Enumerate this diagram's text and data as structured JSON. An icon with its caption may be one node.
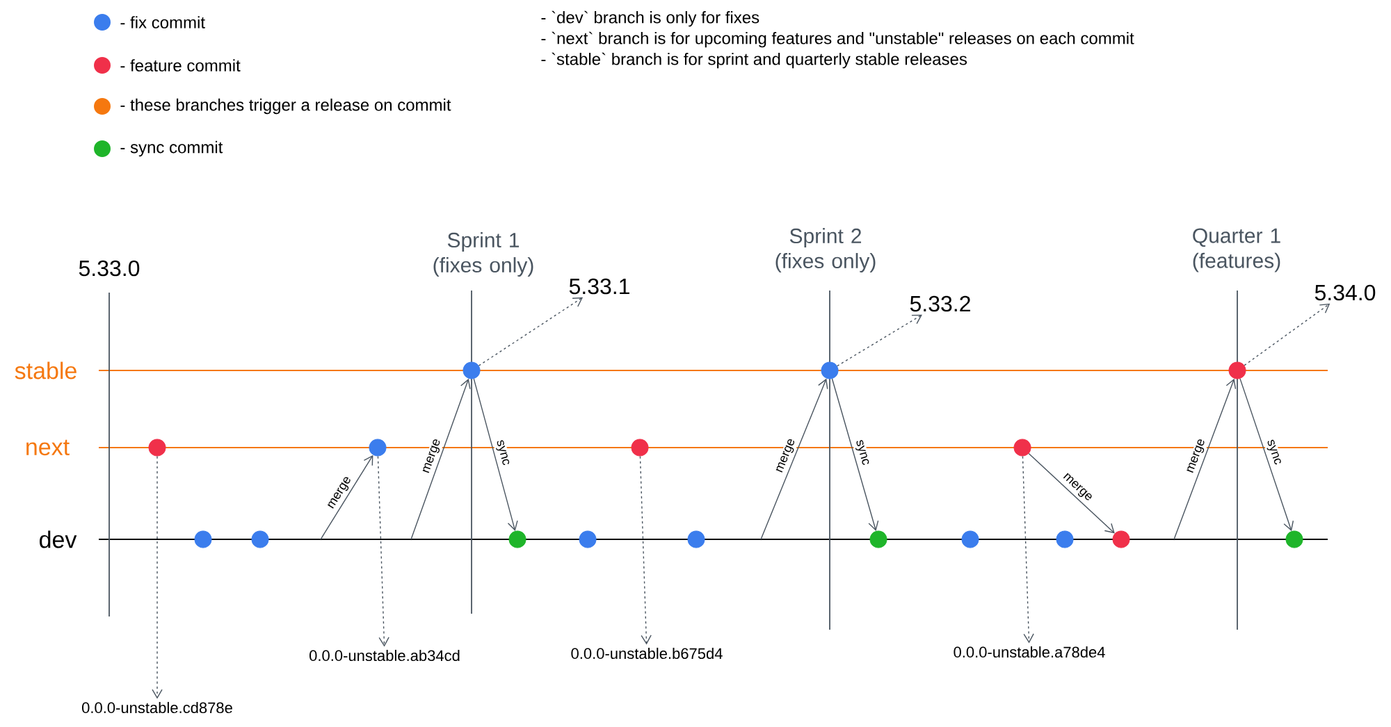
{
  "diagram": {
    "nodes": [
      {
        "text": [],
        "shape": "circle"
      },
      {
        "text": [],
        "shape": "circle"
      },
      {
        "text": [],
        "shape": "circle"
      },
      {
        "text": [],
        "shape": "circle"
      },
      {
        "text": [],
        "shape": "circle"
      },
      {
        "text": [],
        "shape": "circle"
      },
      {
        "text": [],
        "shape": "circle"
      },
      {
        "text": [],
        "shape": "circle"
      },
      {
        "text": [],
        "shape": "circle"
      },
      {
        "text": [],
        "shape": "circle"
      },
      {
        "text": [],
        "shape": "circle"
      },
      {
        "text": [],
        "shape": "circle"
      },
      {
        "text": [],
        "shape": "circle"
      },
      {
        "text": [],
        "shape": "circle"
      },
      {
        "text": [],
        "shape": "circle"
      },
      {
        "text": [],
        "shape": "circle"
      },
      {
        "text": [],
        "shape": "circle"
      },
      {
        "text": [
          "5.33.1"
        ]
      },
      {
        "text": [
          "5.33.2"
        ]
      },
      {
        "text": [
          "5.34.0"
        ]
      },
      {
        "text": [
          "0.0.0-unstable.cd878e"
        ]
      },
      {
        "text": [
          "0.0.0-unstable.ab34cd"
        ]
      },
      {
        "text": [
          "0.0.0-unstable.b675d4"
        ]
      },
      {
        "text": [
          "0.0.0-unstable.a78de4"
        ]
      }
    ],
    "edges": [
      {
        "from": null,
        "to": 3,
        "arrow": "to",
        "label": "merge"
      },
      {
        "from": null,
        "to": 4,
        "arrow": "to",
        "label": "merge"
      },
      {
        "from": 4,
        "to": 5,
        "arrow": "to",
        "label": "sync"
      },
      {
        "from": null,
        "to": 9,
        "arrow": "to",
        "label": "merge"
      },
      {
        "from": 9,
        "to": 10,
        "arrow": "to",
        "label": "sync"
      },
      {
        "from": 12,
        "to": 14,
        "arrow": "to",
        "label": "merge"
      },
      {
        "from": null,
        "to": 15,
        "arrow": "to",
        "label": "merge"
      },
      {
        "from": 15,
        "to": 16,
        "arrow": "to",
        "label": "sync"
      },
      {
        "from": 4,
        "to": 17,
        "arrow": "to",
        "style": "dashed"
      },
      {
        "from": 9,
        "to": 18,
        "arrow": "to",
        "style": "dashed"
      },
      {
        "from": 15,
        "to": 19,
        "arrow": "to",
        "style": "dashed"
      },
      {
        "from": 0,
        "to": 20,
        "arrow": "to",
        "style": "dashed"
      },
      {
        "from": 3,
        "to": 21,
        "arrow": "to",
        "style": "dashed"
      },
      {
        "from": 7,
        "to": 22,
        "arrow": "to",
        "style": "dashed"
      },
      {
        "from": 12,
        "to": 23,
        "arrow": "to",
        "style": "dashed"
      }
    ],
    "labels": [
      "- `dev` branch is only for fixes",
      "- `next` branch is for upcoming features and \"unstable\" releases on each commit",
      "- `stable` branch is for sprint and quarterly stable releases",
      "Sprint 1 (fixes only)",
      "Sprint 2 (fixes only)",
      "Quarter 1 (features)",
      "5.33.0",
      "stable",
      "next",
      "dev"
    ],
    "legend": [
      {
        "text": "- fix commit",
        "color": "#3b7ded"
      },
      {
        "text": "- feature commit",
        "color": "#f0304a"
      },
      {
        "text": "- these branches trigger a release on commit",
        "color": "#f5780f"
      },
      {
        "text": "- sync commit",
        "color": "#1fb52a"
      }
    ]
  }
}
